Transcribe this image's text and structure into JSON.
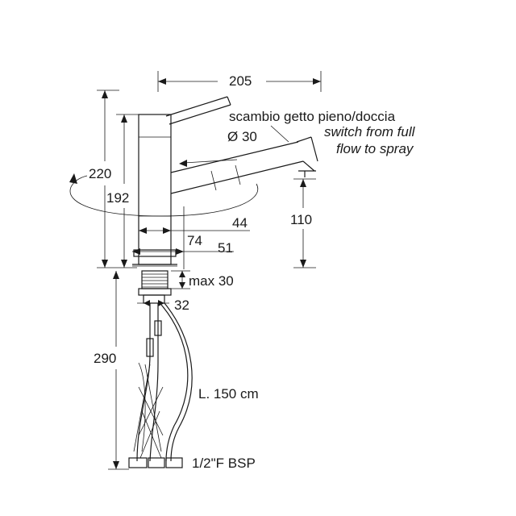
{
  "dimensions": {
    "total_width": "205",
    "height_total": "220",
    "height_body": "192",
    "spout_diameter": "Ø 30",
    "spout_clearance": "110",
    "base_diameter": "44",
    "projection_74": "74",
    "projection_51": "51",
    "max_thickness": "max 30",
    "thread_32": "32",
    "hose_length_290": "290",
    "hose_length": "L. 150 cm",
    "connection": "1/2\"F BSP"
  },
  "annotations": {
    "switch_it": "scambio getto pieno/doccia",
    "switch_en_line1": "switch from full",
    "switch_en_line2": "flow to spray"
  }
}
